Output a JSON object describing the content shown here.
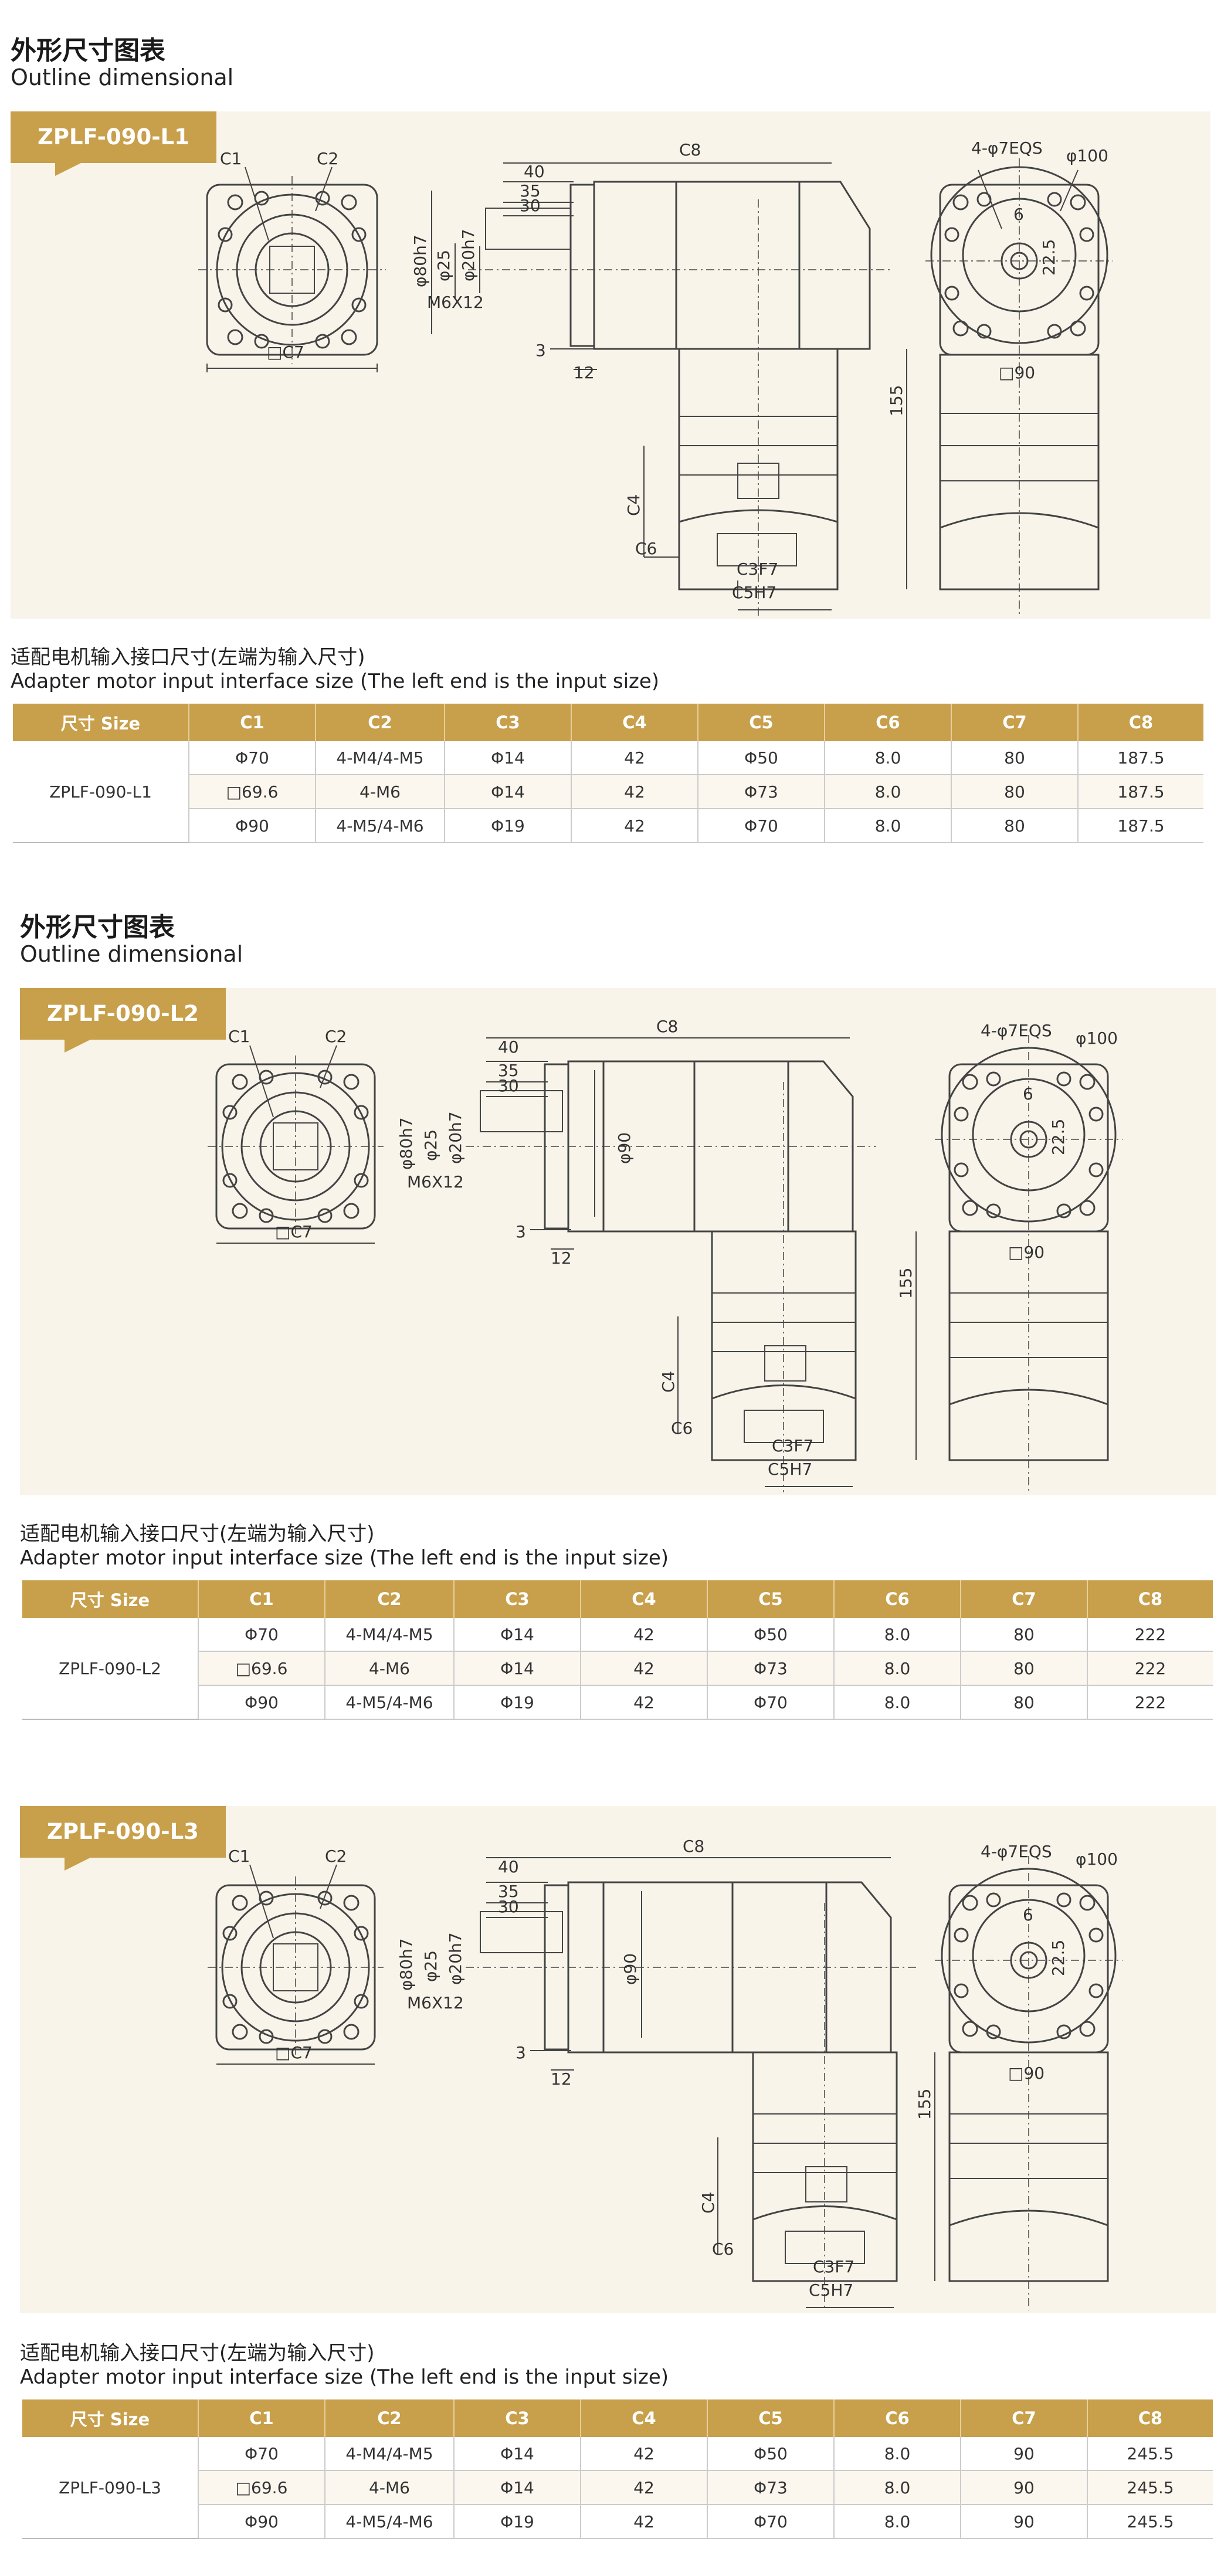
{
  "section_title_cn": "外形尺寸图表",
  "section_title_en": "Outline dimensional",
  "table_caption_cn": "适配电机输入接口尺寸(左端为输入尺寸)",
  "table_caption_en": "Adapter motor input interface size (The left end is the input size)",
  "headers": [
    "尺寸 Size",
    "C1",
    "C2",
    "C3",
    "C4",
    "C5",
    "C6",
    "C7",
    "C8"
  ],
  "drawing_labels": {
    "c1": "C1",
    "c2": "C2",
    "c3": "C3F7",
    "c4": "C4",
    "c5": "C5H7",
    "c6": "C6",
    "c7": "□C7",
    "c8": "C8",
    "d40": "40",
    "d35": "35",
    "d30": "30",
    "d3": "3",
    "d12": "12",
    "phi80": "φ80h7",
    "phi25": "φ25",
    "phi20": "φ20h7",
    "m6": "M6X12",
    "phi90": "φ90",
    "d155": "155",
    "sq90": "□90",
    "eqs": "4-φ7EQS",
    "phi100": "φ100",
    "d6": "6",
    "d22": "22.5"
  },
  "products": [
    {
      "model": "ZPLF-090-L1",
      "rows": [
        [
          "Φ70",
          "4-M4/4-M5",
          "Φ14",
          "42",
          "Φ50",
          "8.0",
          "80",
          "187.5"
        ],
        [
          "□69.6",
          "4-M6",
          "Φ14",
          "42",
          "Φ73",
          "8.0",
          "80",
          "187.5"
        ],
        [
          "Φ90",
          "4-M5/4-M6",
          "Φ19",
          "42",
          "Φ70",
          "8.0",
          "80",
          "187.5"
        ]
      ]
    },
    {
      "model": "ZPLF-090-L2",
      "rows": [
        [
          "Φ70",
          "4-M4/4-M5",
          "Φ14",
          "42",
          "Φ50",
          "8.0",
          "80",
          "222"
        ],
        [
          "□69.6",
          "4-M6",
          "Φ14",
          "42",
          "Φ73",
          "8.0",
          "80",
          "222"
        ],
        [
          "Φ90",
          "4-M5/4-M6",
          "Φ19",
          "42",
          "Φ70",
          "8.0",
          "80",
          "222"
        ]
      ]
    },
    {
      "model": "ZPLF-090-L3",
      "rows": [
        [
          "Φ70",
          "4-M4/4-M5",
          "Φ14",
          "42",
          "Φ50",
          "8.0",
          "90",
          "245.5"
        ],
        [
          "□69.6",
          "4-M6",
          "Φ14",
          "42",
          "Φ73",
          "8.0",
          "90",
          "245.5"
        ],
        [
          "Φ90",
          "4-M5/4-M6",
          "Φ19",
          "42",
          "Φ70",
          "8.0",
          "90",
          "245.5"
        ]
      ]
    }
  ]
}
